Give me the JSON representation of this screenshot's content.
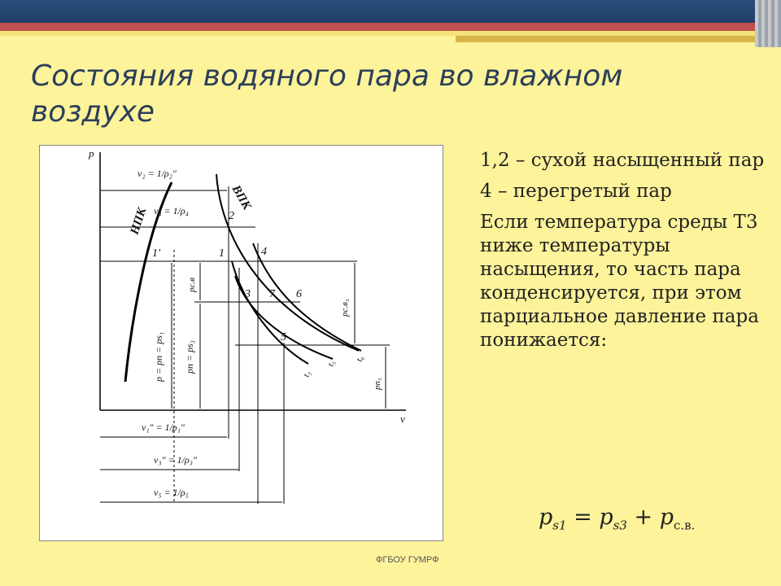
{
  "slide": {
    "title": "Состояния водяного пара во влажном воздухе",
    "footer": "ФГБОУ ГУМРФ"
  },
  "text": {
    "p1": "1,2 – сухой насыщенный пар",
    "p2": "4 – перегретый пар",
    "p3": "Если  температура среды  Т3 ниже температуры насыщения, то часть пара конденсируется, при этом парциальное давление пара понижается:"
  },
  "formula": {
    "lhs": "p",
    "lhs_sub": "s1",
    "eq": "=",
    "mid": "p",
    "mid_sub": "s3",
    "plus": "+",
    "rhs": "p",
    "rhs_sub": "с.в."
  },
  "diagram": {
    "axis_p": "p",
    "axis_v": "v",
    "curve_left_label": "НПК",
    "curve_right_label": "ВПК",
    "v2_label": "v₂ = 1/ρ₂″",
    "v4_label": "v₄ = 1/ρ₄",
    "v1_label": "v₁″ = 1/ρ₁″",
    "v3_label": "v₃″ = 1/ρ₃″",
    "v5_label": "v₅ = 1/ρ₅",
    "p_left_label": "p = pп = ps₁",
    "p_mid_label": "pп = ps₃",
    "psv_label": "pс.в",
    "psv5_label": "pс.в₅",
    "pp5_label": "pп₅",
    "pt1p": "1′",
    "pt1": "1",
    "pt2": "2",
    "pt3": "3",
    "pt4": "4",
    "pt5": "5",
    "pt6": "6",
    "pt7": "7",
    "ts3": "t₃",
    "ts5": "t₅",
    "ts6": "t₆"
  }
}
